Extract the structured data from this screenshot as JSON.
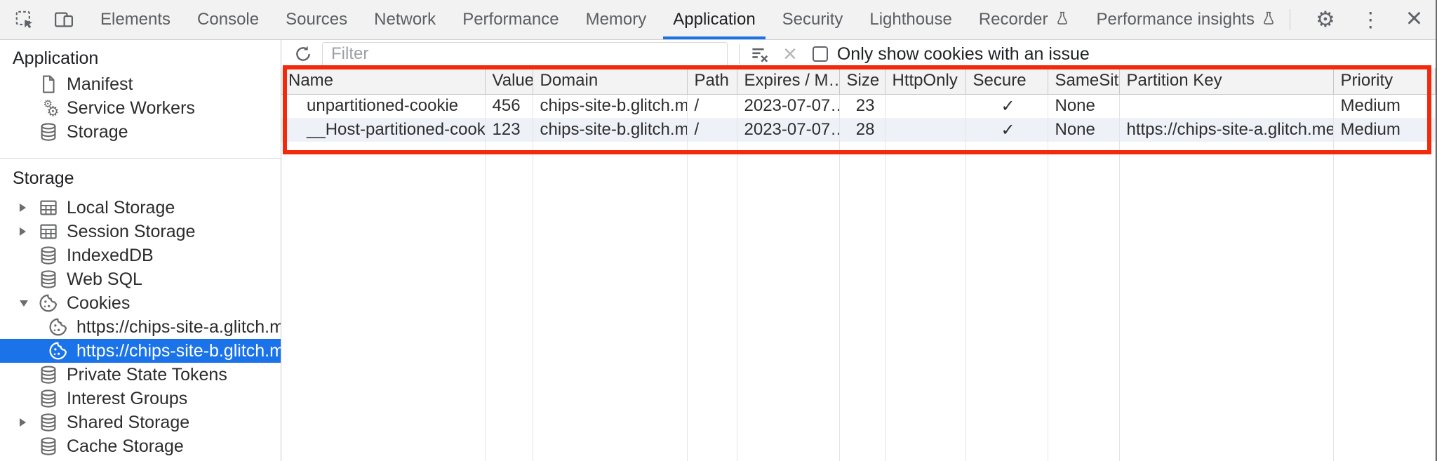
{
  "colors": {
    "accent_blue": "#1a73e8",
    "selected_bg": "#1a73e8",
    "annotation_red": "#f4290c"
  },
  "header": {
    "tabs": [
      "Elements",
      "Console",
      "Sources",
      "Network",
      "Performance",
      "Memory",
      "Application",
      "Security",
      "Lighthouse",
      "Recorder",
      "Performance insights"
    ],
    "selected_tab": "Application"
  },
  "sidebar": {
    "sections": [
      {
        "title": "Application",
        "items": [
          {
            "label": "Manifest",
            "icon": "document-icon"
          },
          {
            "label": "Service Workers",
            "icon": "gears-icon"
          },
          {
            "label": "Storage",
            "icon": "database-icon"
          }
        ]
      },
      {
        "title": "Storage",
        "items": [
          {
            "label": "Local Storage",
            "icon": "table-icon",
            "expander": "collapsed"
          },
          {
            "label": "Session Storage",
            "icon": "table-icon",
            "expander": "collapsed"
          },
          {
            "label": "IndexedDB",
            "icon": "database-icon"
          },
          {
            "label": "Web SQL",
            "icon": "database-icon"
          },
          {
            "label": "Cookies",
            "icon": "cookie-icon",
            "expander": "expanded"
          },
          {
            "label": "https://chips-site-a.glitch.me",
            "icon": "cookie-icon",
            "child": true
          },
          {
            "label": "https://chips-site-b.glitch.me",
            "icon": "cookie-icon",
            "child": true,
            "selected": true
          },
          {
            "label": "Private State Tokens",
            "icon": "database-icon"
          },
          {
            "label": "Interest Groups",
            "icon": "database-icon"
          },
          {
            "label": "Shared Storage",
            "icon": "database-icon",
            "expander": "collapsed"
          },
          {
            "label": "Cache Storage",
            "icon": "database-icon"
          }
        ]
      }
    ]
  },
  "cookie_toolbar": {
    "filter_placeholder": "Filter",
    "checkbox_label": "Only show cookies with an issue",
    "checkbox_checked": false
  },
  "cookies_table": {
    "columns": [
      "Name",
      "Value",
      "Domain",
      "Path",
      "Expires / M…",
      "Size",
      "HttpOnly",
      "Secure",
      "SameSite",
      "Partition Key",
      "Priority"
    ],
    "rows": [
      [
        "unpartitioned-cookie",
        "456",
        "chips-site-b.glitch.me",
        "/",
        "2023-07-07…",
        "23",
        "",
        "✓",
        "None",
        "",
        "Medium"
      ],
      [
        "__Host-partitioned-cookie",
        "123",
        "chips-site-b.glitch.me",
        "/",
        "2023-07-07…",
        "28",
        "",
        "✓",
        "None",
        "https://chips-site-a.glitch.me",
        "Medium"
      ]
    ]
  }
}
